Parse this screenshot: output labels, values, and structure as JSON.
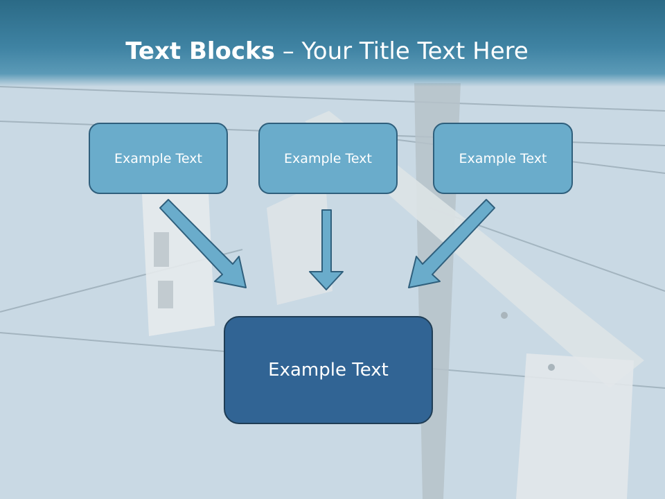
{
  "title": {
    "bold": "Text Blocks",
    "separator": " – ",
    "rest": "Your Title Text Here"
  },
  "blocks": [
    {
      "label": "Example Text"
    },
    {
      "label": "Example Text"
    },
    {
      "label": "Example Text"
    }
  ],
  "main_block": {
    "label": "Example Text"
  },
  "colors": {
    "header": "#3f83a3",
    "small_box": "#6aaccb",
    "main_box": "#316494",
    "arrow_fill": "#6aaccb",
    "arrow_stroke": "#2f5f7c"
  }
}
